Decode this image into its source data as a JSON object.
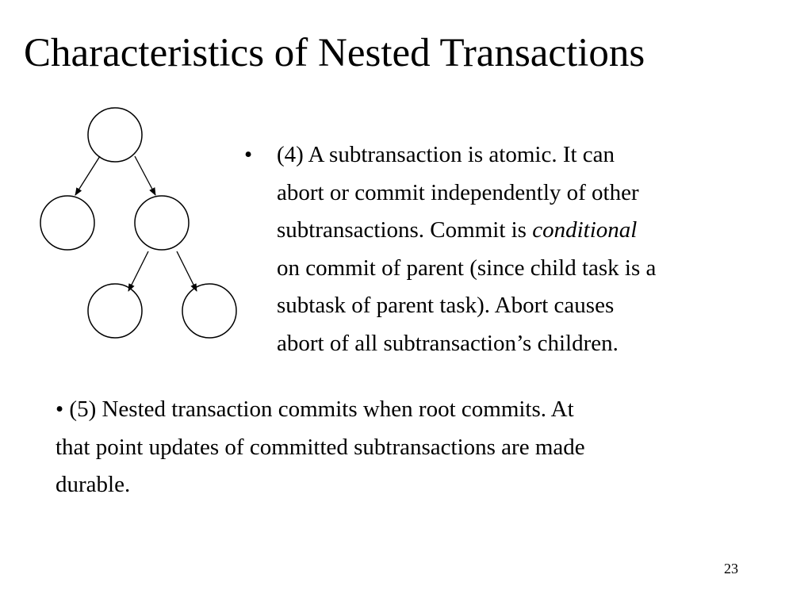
{
  "slide": {
    "title": "Characteristics of Nested Transactions",
    "bullet_mark": "•",
    "bullet4": {
      "line1": "(4) A subtransaction is atomic.  It can",
      "line2": "abort or commit independently of other",
      "line3_pre": "subtransactions.  Commit is ",
      "line3_em": "conditional",
      "line4": "on commit of parent (since child task is a",
      "line5": "subtask of parent task).  Abort causes",
      "line6": "abort of all subtransaction’s children."
    },
    "bullet5": {
      "line1": "(5) Nested transaction commits when root  commits.  At",
      "line2": "that point updates of committed subtransactions are made",
      "line3": "durable."
    },
    "page_number": "23"
  }
}
